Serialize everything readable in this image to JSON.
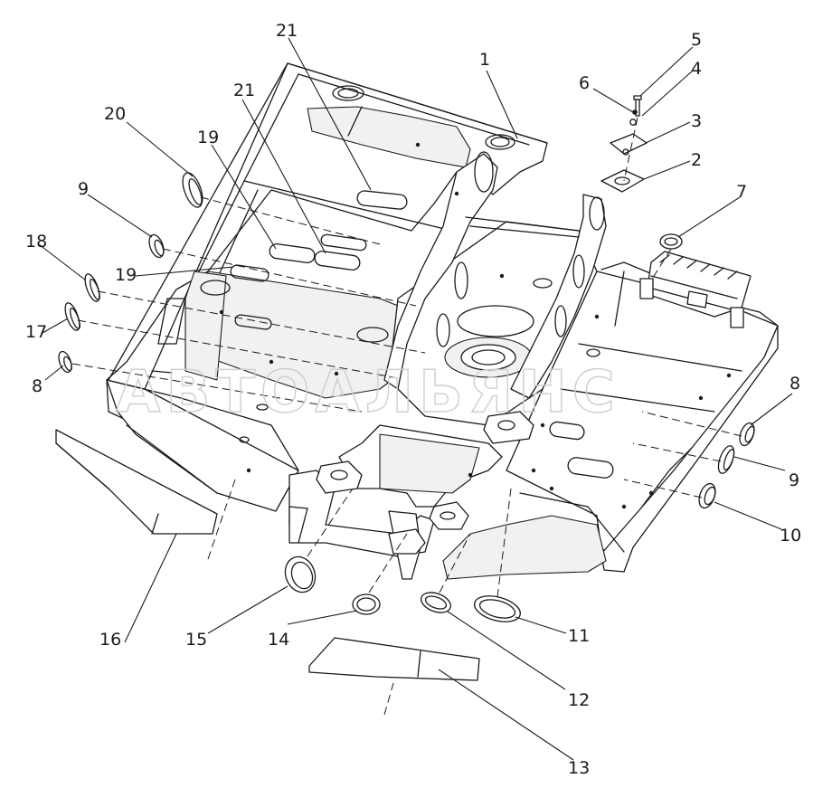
{
  "watermark": "АВТОАЛЬЯНС",
  "callouts": {
    "c1": "1",
    "c2": "2",
    "c3": "3",
    "c4": "4",
    "c5": "5",
    "c6": "6",
    "c7": "7",
    "c8a": "8",
    "c8b": "8",
    "c9a": "9",
    "c9b": "9",
    "c10": "10",
    "c11": "11",
    "c12": "12",
    "c13": "13",
    "c14": "14",
    "c15": "15",
    "c16": "16",
    "c17": "17",
    "c18": "18",
    "c19a": "19",
    "c19b": "19",
    "c20": "20",
    "c21a": "21",
    "c21b": "21"
  }
}
